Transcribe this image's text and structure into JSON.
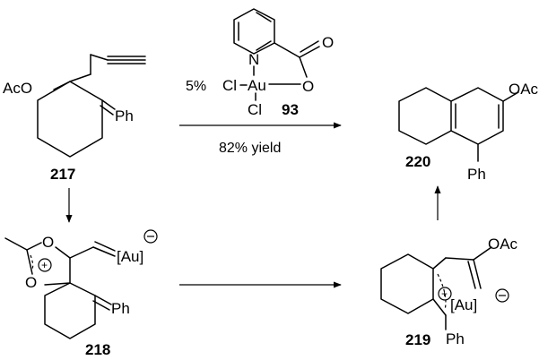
{
  "compounds": {
    "c217": {
      "number": "217",
      "oac": "AcO",
      "ph": "Ph"
    },
    "c218": {
      "number": "218",
      "au": "[Au]",
      "ph": "Ph",
      "minus": "−",
      "plus": "+"
    },
    "c219": {
      "number": "219",
      "oac": "OAc",
      "au": "[Au]",
      "ph": "Ph",
      "minus": "−",
      "plus": "+"
    },
    "c220": {
      "number": "220",
      "oac": "OAc",
      "ph": "Ph"
    }
  },
  "catalyst": {
    "loading": "5%",
    "cl_left": "Cl",
    "metal": "Au",
    "cl_bottom": "Cl",
    "n": "N",
    "o_carbonyl": "O",
    "o_ester": "O",
    "number": "93"
  },
  "reaction": {
    "yield": "82% yield"
  }
}
